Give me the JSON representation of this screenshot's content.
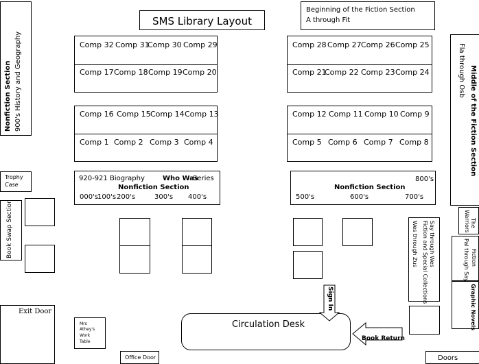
{
  "title": "SMS Library Layout",
  "fiction_begin": {
    "title": "Beginning of the Fiction Section",
    "range": "A through Fit"
  },
  "nonfiction_900": {
    "title": "Nonfiction Section",
    "sub": "900's  History and Geography"
  },
  "fiction_middle": {
    "title": "Middle of the Fiction Section",
    "range": "Fla through Osb"
  },
  "computers": {
    "left_top_row1": [
      "Comp 32",
      "Comp 31",
      "Comp 30",
      "Comp 29"
    ],
    "left_top_row2": [
      "Comp 17",
      "Comp 18",
      "Comp 19",
      "Comp 20"
    ],
    "right_top_row1": [
      "Comp 28",
      "Comp 27",
      "Comp 26",
      "Comp 25"
    ],
    "right_top_row2": [
      "Comp 21",
      "Comp 22",
      "Comp 23",
      "Comp 24"
    ],
    "left_bot_row1": [
      "Comp 16",
      "Comp 15",
      "Comp 14",
      "Comp 13"
    ],
    "left_bot_row2": [
      "Comp 1",
      "Comp 2",
      "Comp 3",
      "Comp 4"
    ],
    "right_bot_row1": [
      "Comp 12",
      "Comp 11",
      "Comp 10",
      "Comp 9"
    ],
    "right_bot_row2": [
      "Comp 5",
      "Comp 6",
      "Comp 7",
      "Comp 8"
    ]
  },
  "trophy_case": {
    "line1": "Trophy",
    "line2": "Case"
  },
  "nonfiction_left": {
    "biography": "920-921 Biography",
    "who_was": "Who Was",
    "series": " Series",
    "title": "Nonfiction Section",
    "d000": "000's",
    "d100": "100's",
    "d200": "200's",
    "d300": "300's",
    "d400": "400's"
  },
  "nonfiction_right": {
    "title": "Nonfiction Section",
    "d500": "500's",
    "d600": "600's",
    "d700": "700's",
    "d800": "800's"
  },
  "book_swap": "Book Swap Section",
  "warriors": {
    "line1": "The",
    "line2": "Warriors"
  },
  "fiction_pal": {
    "line1": "Fiction",
    "line2": "Pal through Say"
  },
  "fiction_special": {
    "line1": "Say through Wes",
    "line2": "Fiction and Special Collections",
    "line3": "Wes through Zus"
  },
  "graphic_novels": "Graphic Novels",
  "sign_in": "Sign In",
  "exit_door": "Exit Door",
  "athey": {
    "line1": "Mrs",
    "line2": "Athey's",
    "line3": "Work",
    "line4": "Table"
  },
  "circulation_desk": "Circulation Desk",
  "book_return": "Book Return",
  "office_door": "Office Door",
  "doors": "Doors"
}
